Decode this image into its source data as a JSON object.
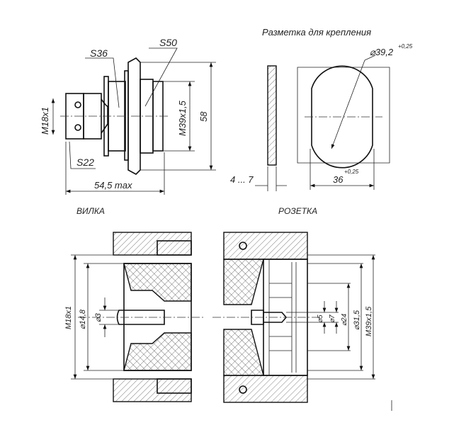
{
  "top_left": {
    "labels": {
      "s36": "S36",
      "s50": "S50",
      "s22": "S22",
      "m18": "M18x1",
      "m39": "M39x1,5",
      "d58": "58",
      "len": "54,5 max"
    }
  },
  "mounting": {
    "title": "Разметка для крепления",
    "d392": "⌀39,2",
    "tol1": "+0,25",
    "w36": "36",
    "tol2": "+0,25",
    "thick": "4 ... 7"
  },
  "plug": {
    "title": "ВИЛКА",
    "m18": "M18x1",
    "d148": "⌀14,8",
    "d3": "⌀3"
  },
  "socket": {
    "title": "РОЗЕТКА",
    "d5": "⌀5",
    "d7": "⌀7",
    "d24": "⌀24",
    "d315": "⌀31,5",
    "m39": "M39x1,5"
  }
}
